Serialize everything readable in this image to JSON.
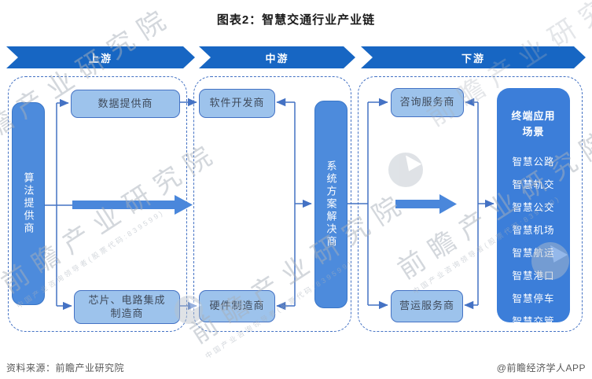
{
  "header": {
    "title": "图表2：智慧交通行业产业链"
  },
  "banners": [
    {
      "label": "上游"
    },
    {
      "label": "中游"
    },
    {
      "label": "下游"
    }
  ],
  "upstream": {
    "bar_label": "算法提供商",
    "data_provider": "数据提供商",
    "chip_maker": "芯片、电路集成制造商"
  },
  "midstream": {
    "software": "软件开发商",
    "hardware": "硬件制造商",
    "bar_label": "系统方案解决商"
  },
  "downstream": {
    "consulting": "咨询服务商",
    "operating": "营运服务商",
    "terminal": {
      "title": "终端应用场景",
      "items": [
        "智慧公路",
        "智慧轨交",
        "智慧公交",
        "智慧机场",
        "智慧航运",
        "智慧港口",
        "智慧停车",
        "智慧交管"
      ]
    }
  },
  "watermark": {
    "text": "前瞻产业研究院",
    "subtext": "中国产业咨询领导者(股票代码:839599)"
  },
  "footer": {
    "source": "资料来源：前瞻产业研究院",
    "credit": "@前瞻经济学人APP"
  },
  "colors": {
    "banner_blue": "#1766C3",
    "bar_blue": "#4D8BDC",
    "big_box_blue": "#3C7ED9",
    "light_box_fill": "#9DC3EC",
    "line_blue": "#4472C4",
    "footer_gray": "#595959"
  }
}
